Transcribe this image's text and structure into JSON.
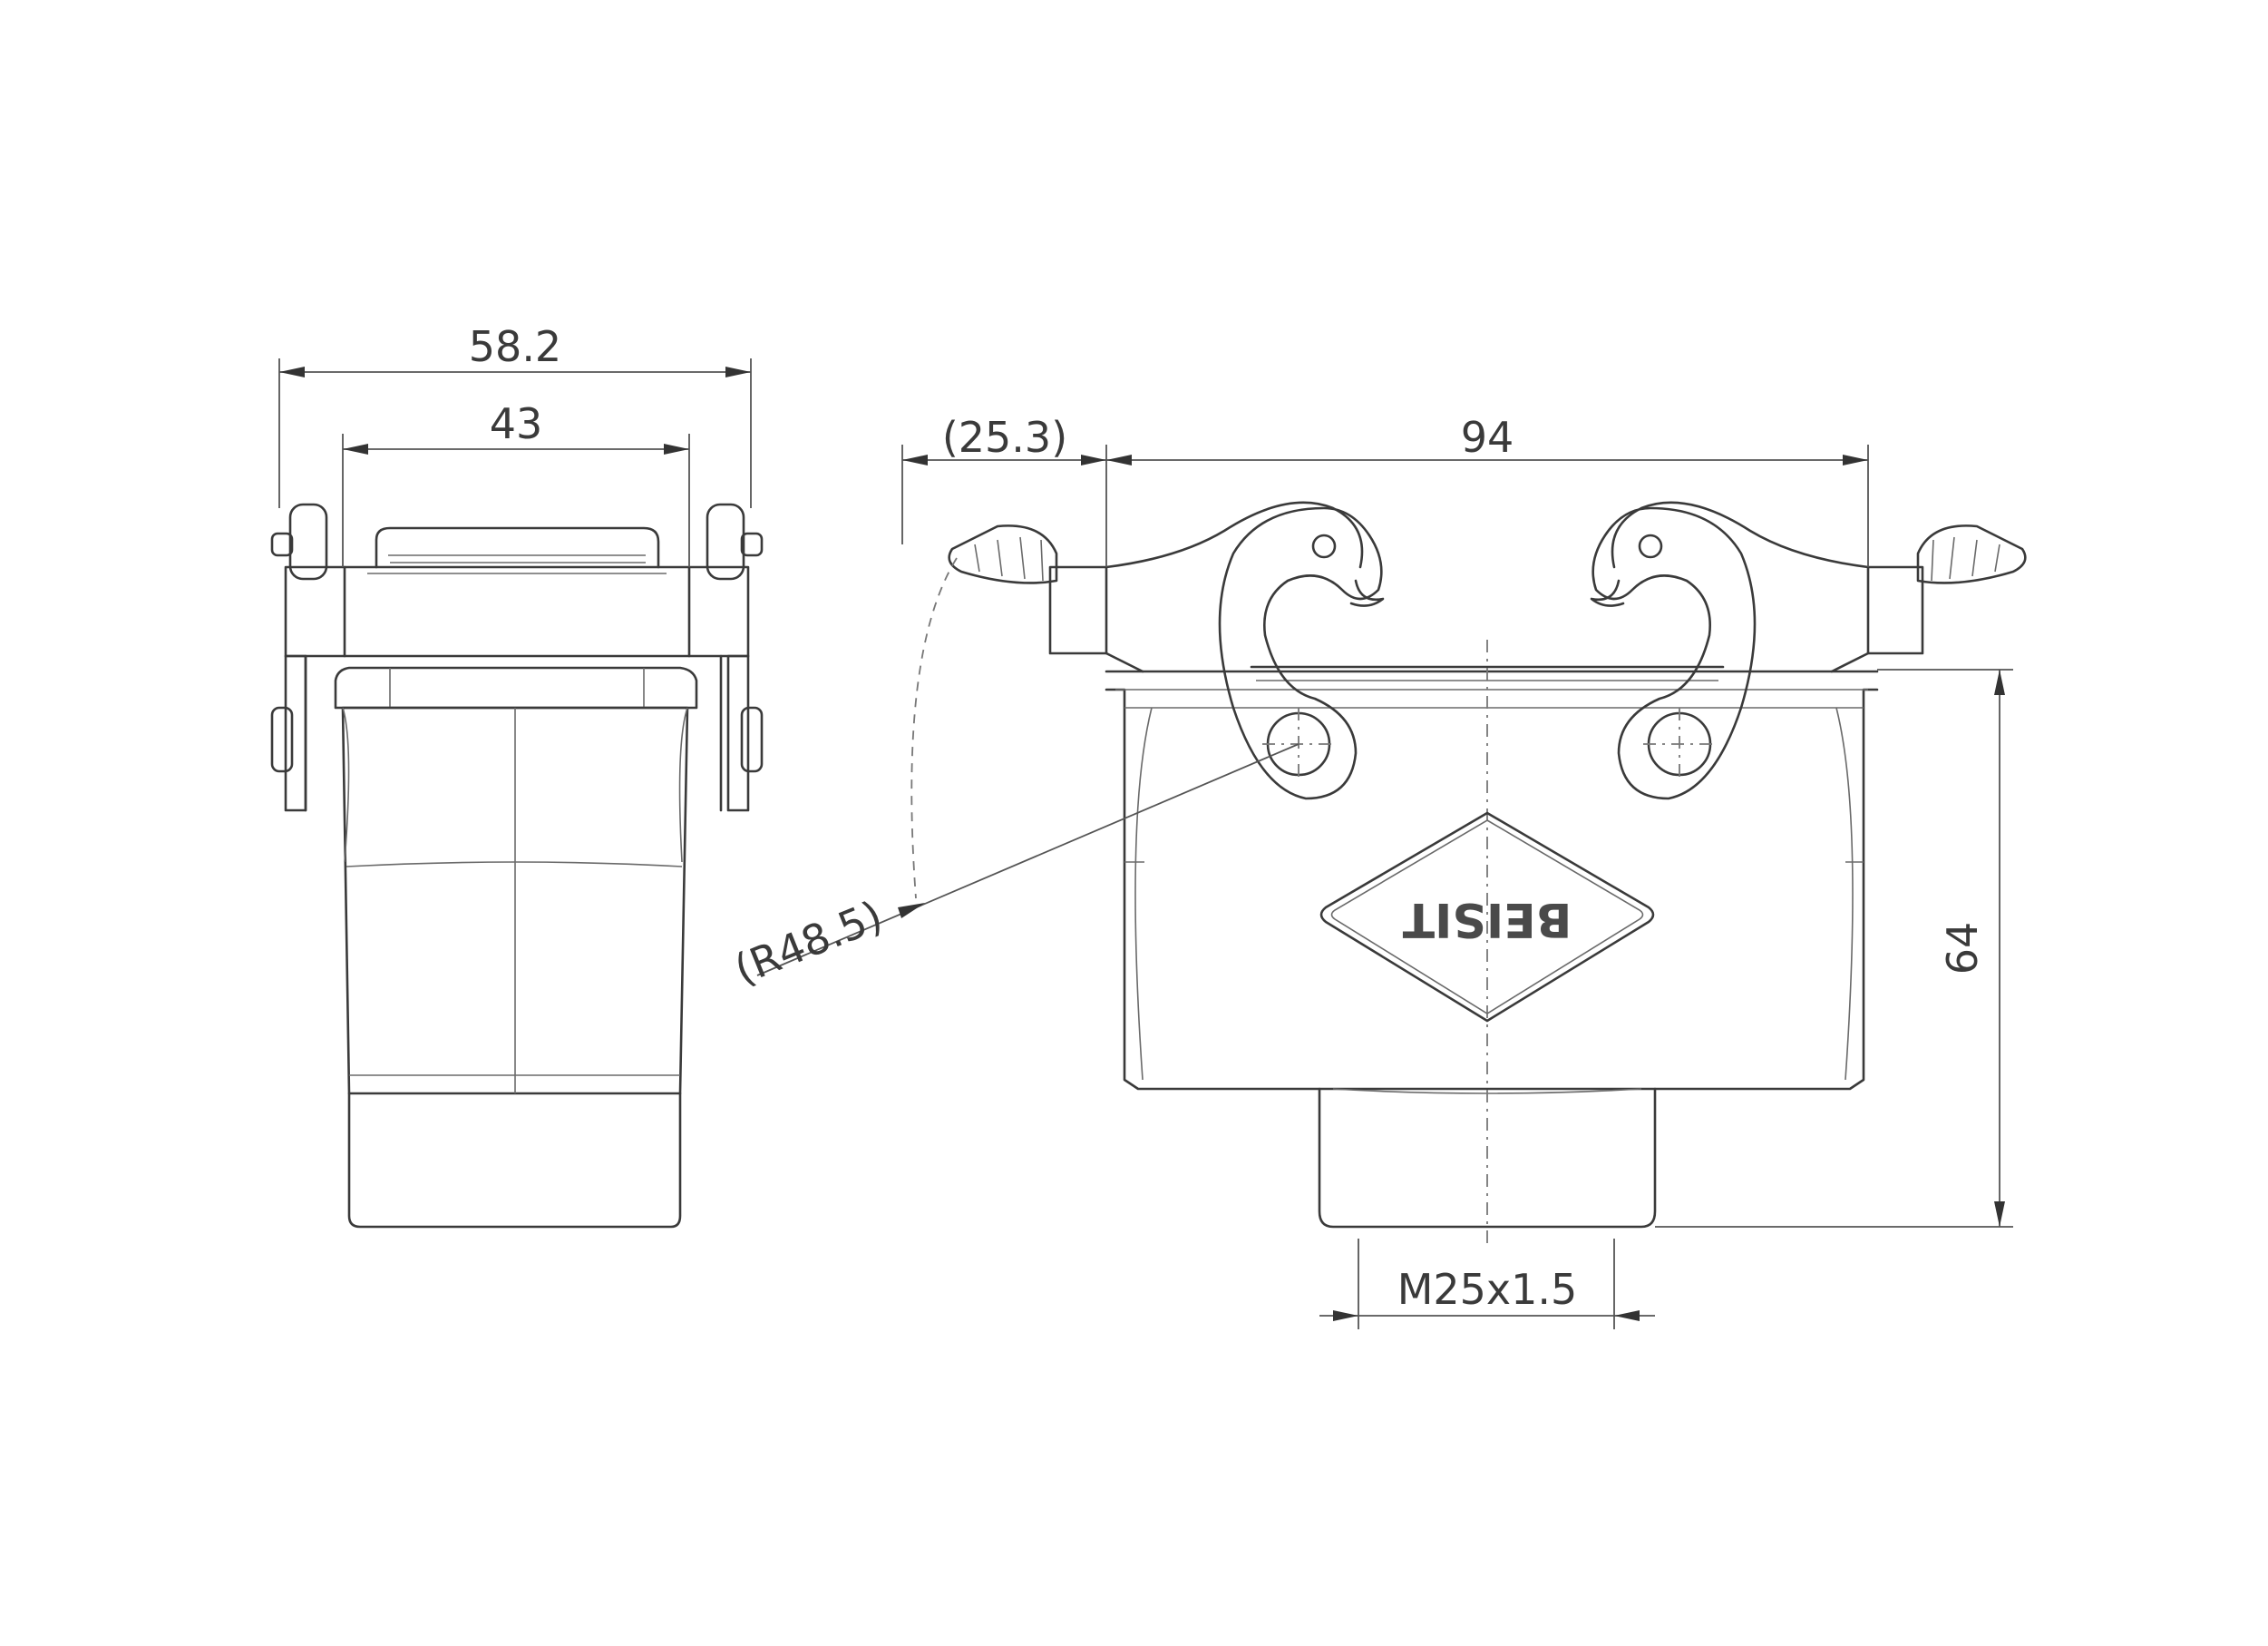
{
  "dimensions": {
    "overall_width": "58.2",
    "inner_width": "43",
    "lever_offset": "(25.3)",
    "length": "94",
    "radius": "(R48.5)",
    "height": "64",
    "thread": "M25x1.5"
  },
  "logo": "BEISIT"
}
